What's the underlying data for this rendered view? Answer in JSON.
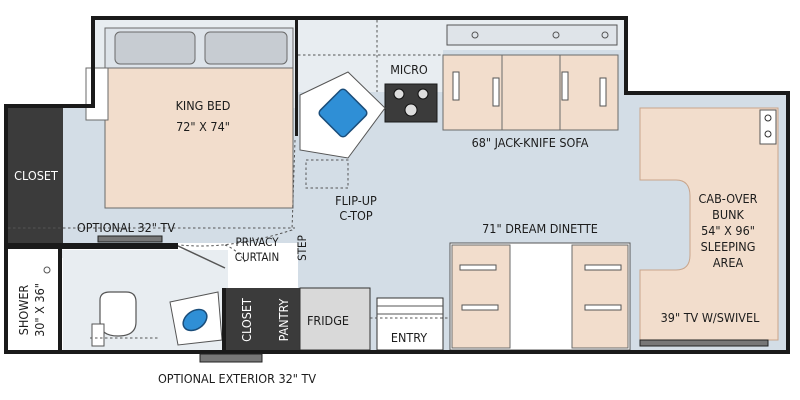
{
  "colors": {
    "wall": "#1a1a1a",
    "floor_blue": "#d3dde6",
    "floor_light": "#e8edf1",
    "upholstery": "#f2ddcc",
    "cushion_line": "#c9a58b",
    "closet_gray": "#3b3b3b",
    "appliance_gray": "#d9d9d9",
    "sink_blue": "#2f8fd6"
  },
  "labels": {
    "king_bed_name": "KING BED",
    "king_bed_size": "72\" X 74\"",
    "micro": "MICRO",
    "sofa": "68\" JACK-KNIFE SOFA",
    "flip_up_line1": "FLIP-UP",
    "flip_up_line2": "C-TOP",
    "closet_left": "CLOSET",
    "optional_tv": "OPTIONAL 32\" TV",
    "privacy_line1": "PRIVACY",
    "privacy_line2": "CURTAIN",
    "step": "STEP",
    "dinette": "71\" DREAM DINETTE",
    "cabover_line1": "CAB-OVER",
    "cabover_line2": "BUNK",
    "cabover_line3": "54\" X 96\"",
    "cabover_line4": "SLEEPING",
    "cabover_line5": "AREA",
    "shower_line1": "SHOWER",
    "shower_line2": "30\" X 36\"",
    "closet_bath": "CLOSET",
    "pantry": "PANTRY",
    "fridge": "FRIDGE",
    "entry": "ENTRY",
    "tv_swivel": "39\" TV W/SWIVEL",
    "exterior_tv": "OPTIONAL EXTERIOR 32\" TV"
  }
}
